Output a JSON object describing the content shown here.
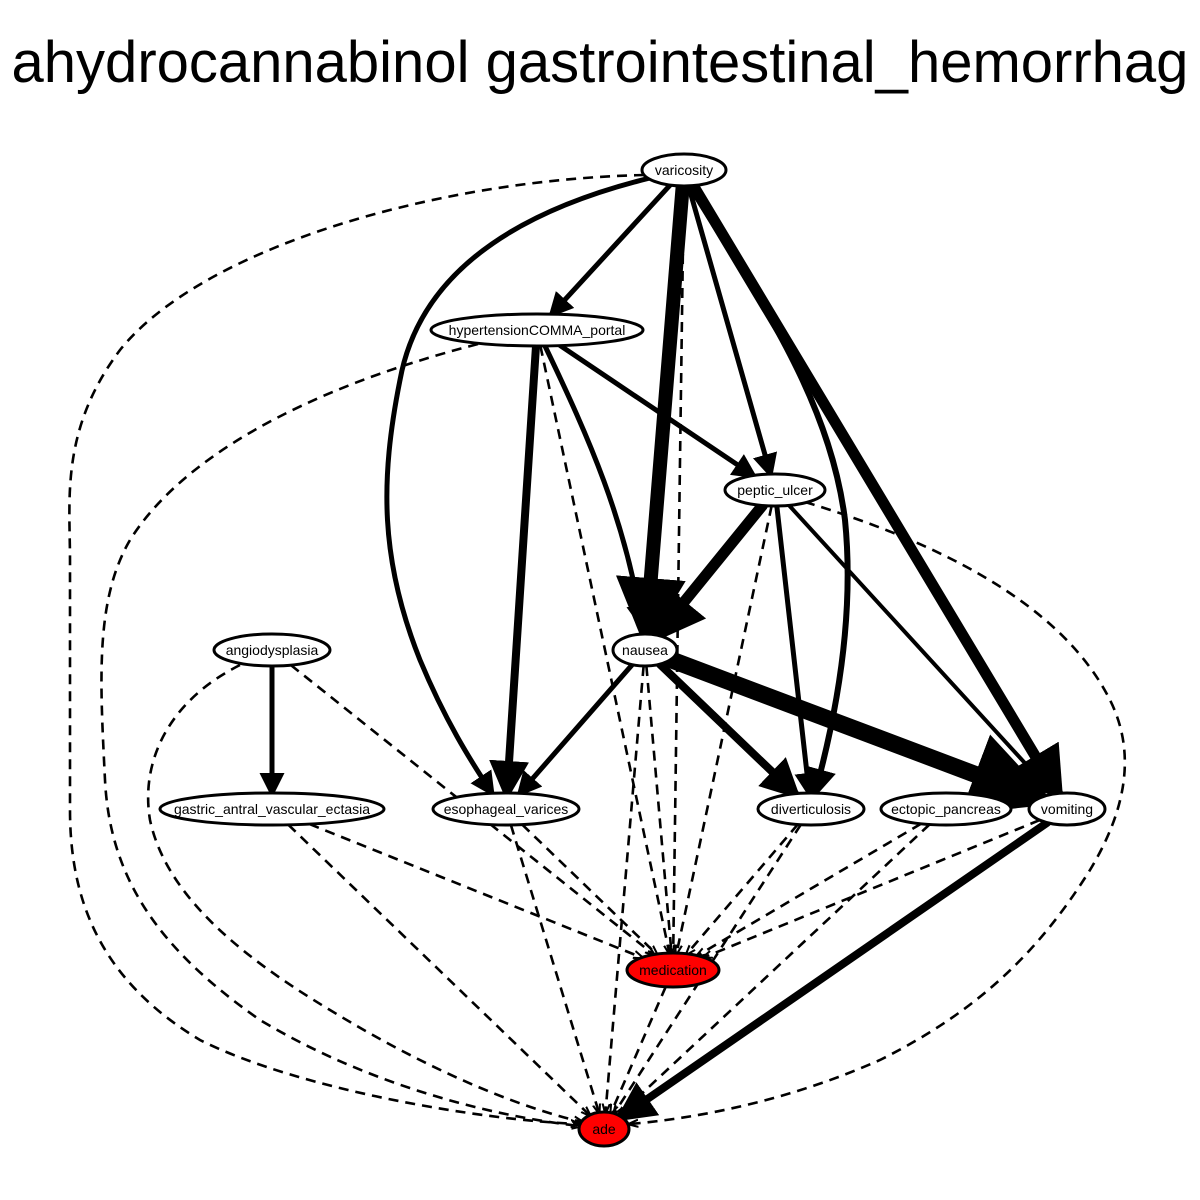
{
  "title": "ahydrocannabinol gastrointestinal_hemorrhag",
  "colors": {
    "background": "#ffffff",
    "node_fill": "#ffffff",
    "highlight_fill": "#ff0000",
    "stroke": "#000000"
  },
  "nodes": [
    {
      "id": "varicosity",
      "label": "varicosity",
      "highlight": false
    },
    {
      "id": "hypertension_portal",
      "label": "hypertensionCOMMA_portal",
      "highlight": false
    },
    {
      "id": "peptic_ulcer",
      "label": "peptic_ulcer",
      "highlight": false
    },
    {
      "id": "angiodysplasia",
      "label": "angiodysplasia",
      "highlight": false
    },
    {
      "id": "nausea",
      "label": "nausea",
      "highlight": false
    },
    {
      "id": "gastric_antral_vascular_ectasia",
      "label": "gastric_antral_vascular_ectasia",
      "highlight": false
    },
    {
      "id": "esophageal_varices",
      "label": "esophageal_varices",
      "highlight": false
    },
    {
      "id": "diverticulosis",
      "label": "diverticulosis",
      "highlight": false
    },
    {
      "id": "ectopic_pancreas",
      "label": "ectopic_pancreas",
      "highlight": false
    },
    {
      "id": "vomiting",
      "label": "vomiting",
      "highlight": false
    },
    {
      "id": "medication",
      "label": "medication",
      "highlight": true
    },
    {
      "id": "ade",
      "label": "ade",
      "highlight": true
    }
  ],
  "edges": [
    {
      "from": "varicosity",
      "to": "hypertension_portal",
      "style": "solid",
      "weight": 5
    },
    {
      "from": "varicosity",
      "to": "peptic_ulcer",
      "style": "solid",
      "weight": 5
    },
    {
      "from": "varicosity",
      "to": "nausea",
      "style": "solid",
      "weight": 14
    },
    {
      "from": "varicosity",
      "to": "esophageal_varices",
      "style": "solid",
      "weight": 5
    },
    {
      "from": "varicosity",
      "to": "diverticulosis",
      "style": "solid",
      "weight": 6
    },
    {
      "from": "varicosity",
      "to": "vomiting",
      "style": "solid",
      "weight": 11
    },
    {
      "from": "varicosity",
      "to": "medication",
      "style": "dashed",
      "weight": 2
    },
    {
      "from": "varicosity",
      "to": "ade",
      "style": "dashed",
      "weight": 2
    },
    {
      "from": "hypertension_portal",
      "to": "esophageal_varices",
      "style": "solid",
      "weight": 8
    },
    {
      "from": "hypertension_portal",
      "to": "nausea",
      "style": "solid",
      "weight": 5
    },
    {
      "from": "hypertension_portal",
      "to": "peptic_ulcer",
      "style": "solid",
      "weight": 5
    },
    {
      "from": "hypertension_portal",
      "to": "medication",
      "style": "dashed",
      "weight": 2
    },
    {
      "from": "hypertension_portal",
      "to": "ade",
      "style": "dashed",
      "weight": 2
    },
    {
      "from": "peptic_ulcer",
      "to": "nausea",
      "style": "solid",
      "weight": 11
    },
    {
      "from": "peptic_ulcer",
      "to": "diverticulosis",
      "style": "solid",
      "weight": 5
    },
    {
      "from": "peptic_ulcer",
      "to": "vomiting",
      "style": "solid",
      "weight": 4
    },
    {
      "from": "peptic_ulcer",
      "to": "medication",
      "style": "dashed",
      "weight": 2
    },
    {
      "from": "peptic_ulcer",
      "to": "ade",
      "style": "dashed",
      "weight": 2
    },
    {
      "from": "angiodysplasia",
      "to": "gastric_antral_vascular_ectasia",
      "style": "solid",
      "weight": 5
    },
    {
      "from": "angiodysplasia",
      "to": "medication",
      "style": "dashed",
      "weight": 2
    },
    {
      "from": "angiodysplasia",
      "to": "ade",
      "style": "dashed",
      "weight": 2
    },
    {
      "from": "nausea",
      "to": "vomiting",
      "style": "solid",
      "weight": 17
    },
    {
      "from": "nausea",
      "to": "diverticulosis",
      "style": "solid",
      "weight": 8
    },
    {
      "from": "nausea",
      "to": "esophageal_varices",
      "style": "solid",
      "weight": 5
    },
    {
      "from": "nausea",
      "to": "medication",
      "style": "dashed",
      "weight": 2
    },
    {
      "from": "nausea",
      "to": "ade",
      "style": "dashed",
      "weight": 2
    },
    {
      "from": "gastric_antral_vascular_ectasia",
      "to": "medication",
      "style": "dashed",
      "weight": 2
    },
    {
      "from": "gastric_antral_vascular_ectasia",
      "to": "ade",
      "style": "dashed",
      "weight": 2
    },
    {
      "from": "esophageal_varices",
      "to": "medication",
      "style": "dashed",
      "weight": 2
    },
    {
      "from": "esophageal_varices",
      "to": "ade",
      "style": "dashed",
      "weight": 2
    },
    {
      "from": "diverticulosis",
      "to": "medication",
      "style": "dashed",
      "weight": 2
    },
    {
      "from": "diverticulosis",
      "to": "ade",
      "style": "dashed",
      "weight": 2
    },
    {
      "from": "ectopic_pancreas",
      "to": "medication",
      "style": "dashed",
      "weight": 2
    },
    {
      "from": "ectopic_pancreas",
      "to": "ade",
      "style": "dashed",
      "weight": 2
    },
    {
      "from": "vomiting",
      "to": "medication",
      "style": "dashed",
      "weight": 2
    },
    {
      "from": "vomiting",
      "to": "ade",
      "style": "solid",
      "weight": 8
    },
    {
      "from": "medication",
      "to": "ade",
      "style": "dashed",
      "weight": 2
    }
  ]
}
